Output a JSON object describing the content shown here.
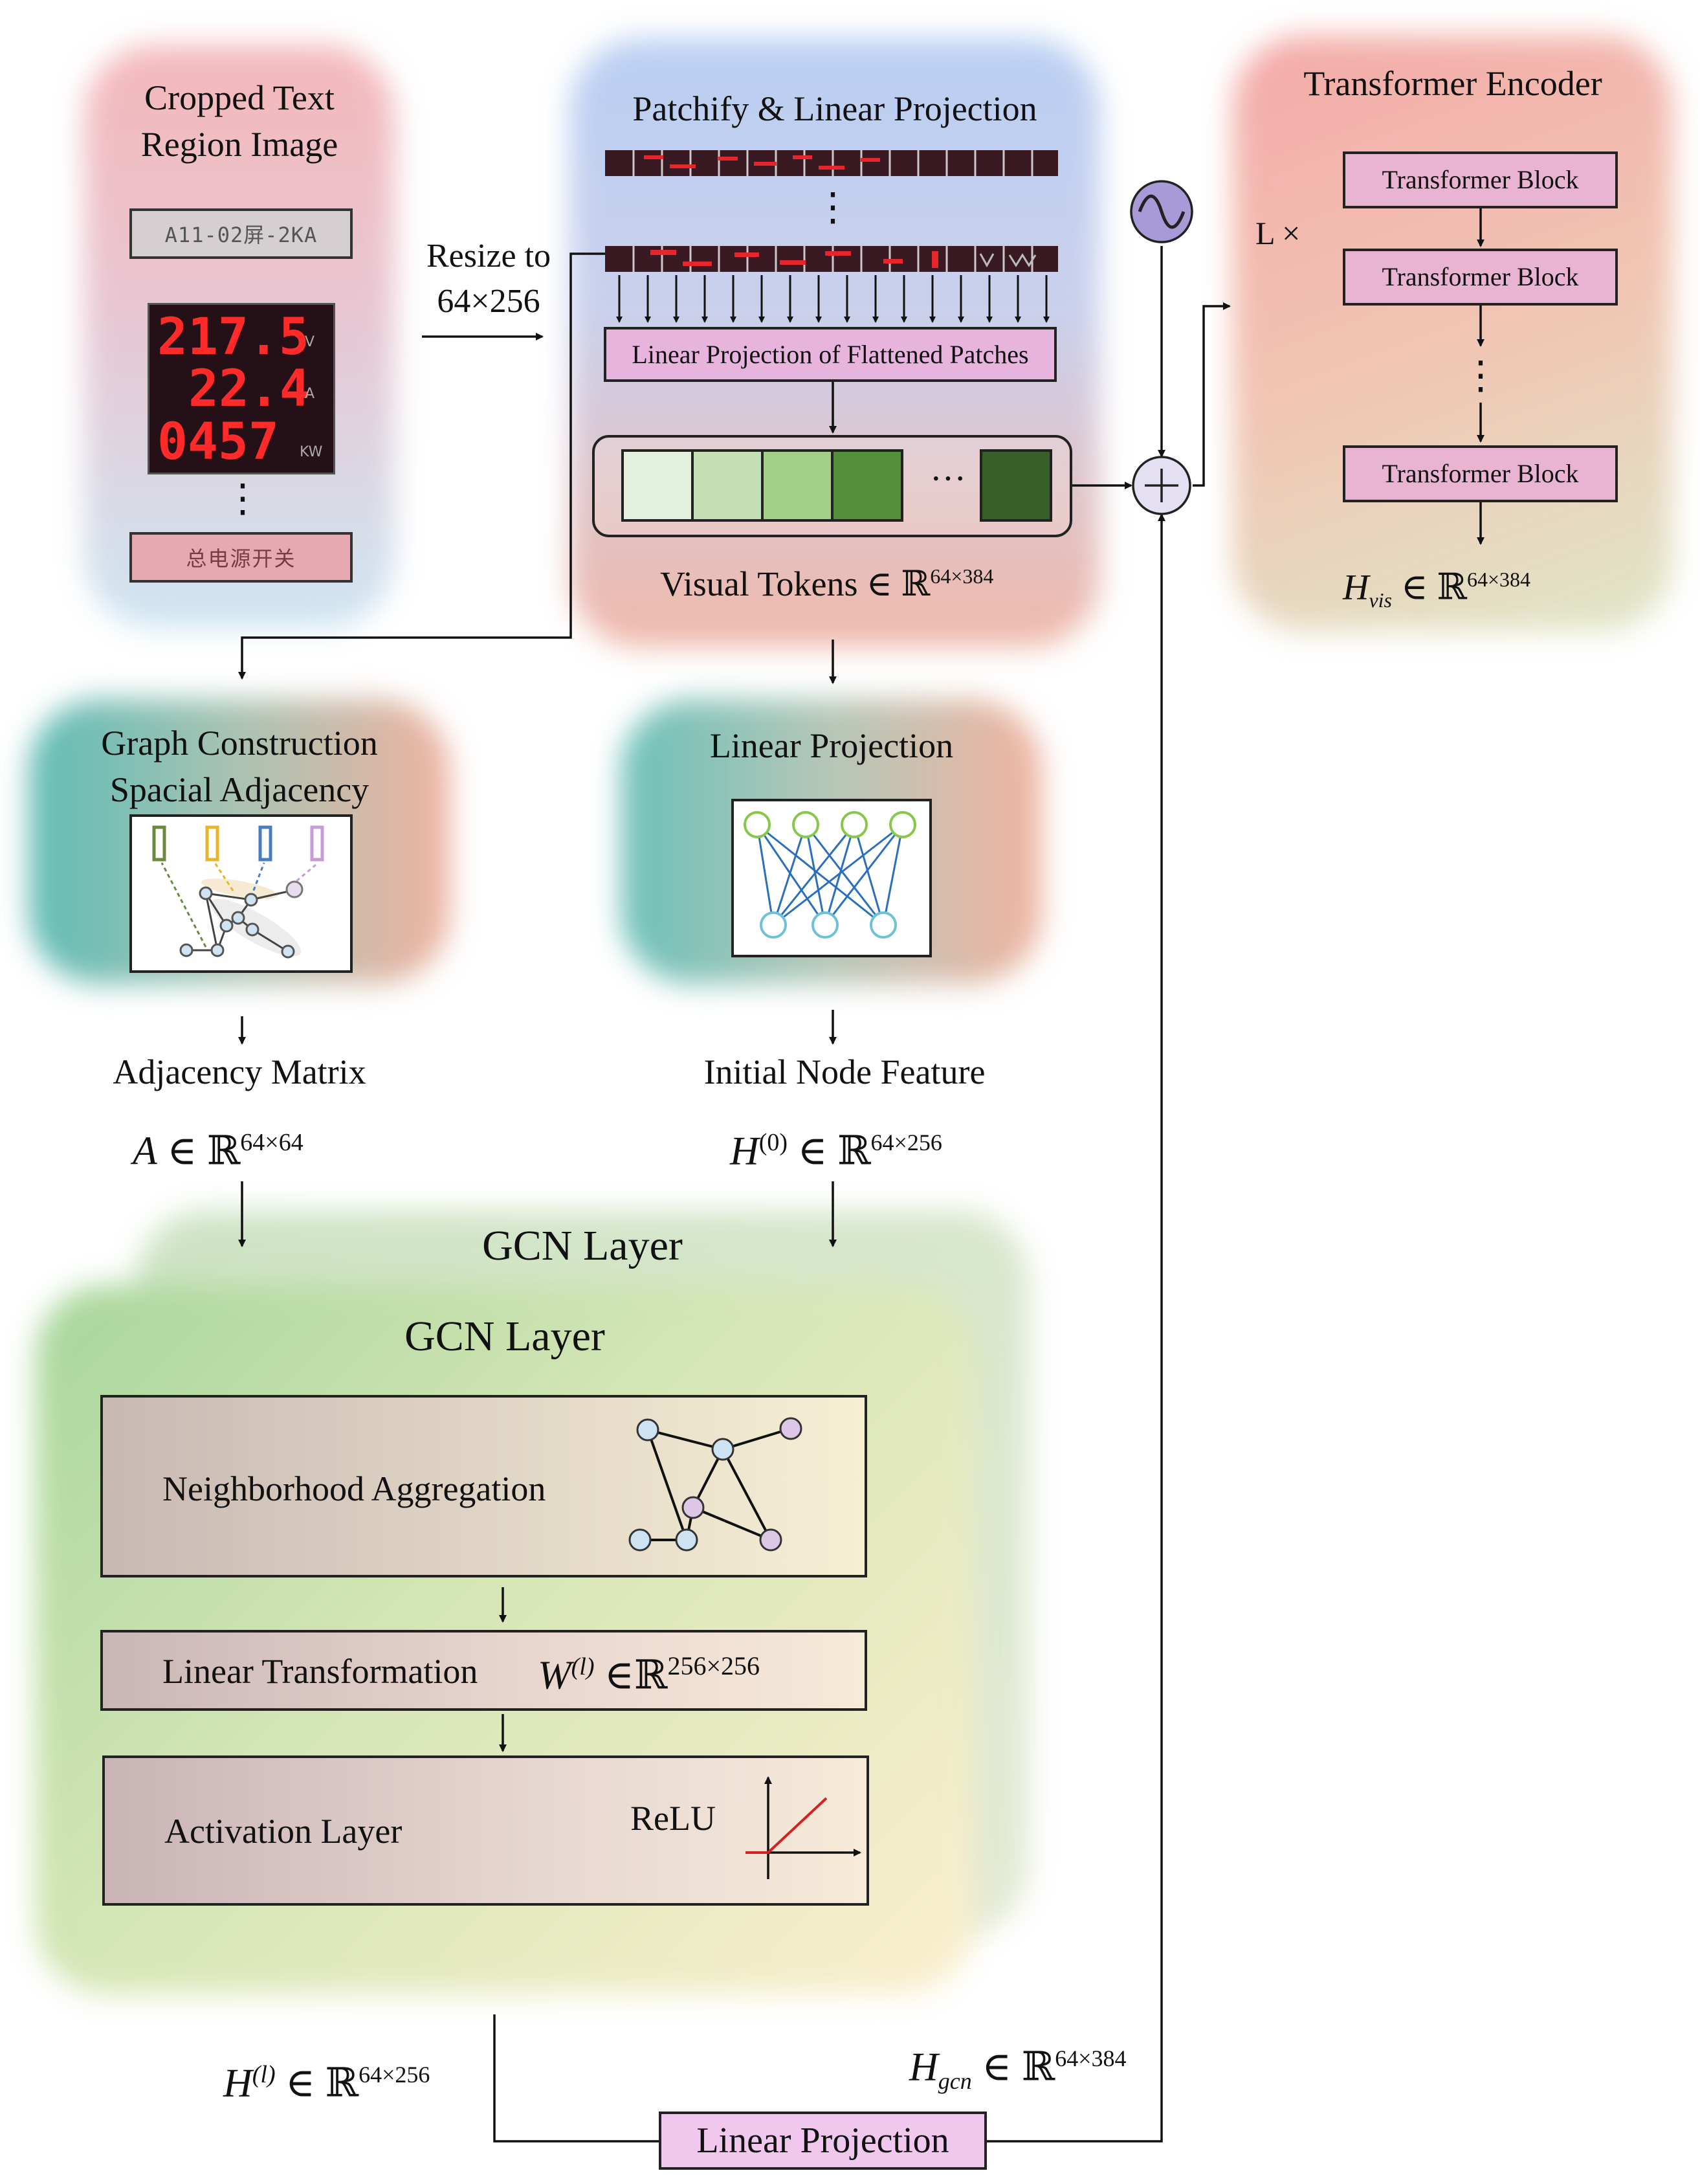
{
  "crop_panel": {
    "title_line1": "Cropped Text",
    "title_line2": "Region Image",
    "sample_top": "A11-02屏-2KA",
    "sample_bottom": "总电源开关",
    "display_values": [
      "217.5",
      "22.4",
      "0457"
    ],
    "display_units": [
      "V",
      "A",
      "KW"
    ],
    "ellipsis": "⋮"
  },
  "resize": {
    "line1": "Resize to",
    "line2": "64×256"
  },
  "patch_panel": {
    "title": "Patchify & Linear Projection",
    "projection_label": "Linear Projection of Flattened Patches",
    "token_ellipsis": "···",
    "tokens_label": "Visual Tokens ∈ ℝ",
    "tokens_sup": "64×384",
    "token_colors": [
      "#e4f0de",
      "#c5e0b5",
      "#a4cf87",
      "#548f3c",
      "#375f27"
    ]
  },
  "encoder_panel": {
    "title": "Transformer Encoder",
    "repeat": "L ×",
    "block_label": "Transformer Block",
    "vdots": "⋮",
    "output_sym": "H",
    "output_sub": "vis",
    "output_rest": "∈ ℝ",
    "output_sup": "64×384"
  },
  "graph_panel": {
    "title_line1": "Graph Construction",
    "title_line2": "Spacial Adjacency"
  },
  "linproj_panel": {
    "title": "Linear Projection"
  },
  "adjacency": {
    "label": "Adjacency Matrix",
    "sym": "A",
    "rest": "∈ ℝ",
    "sup": "64×64"
  },
  "initial": {
    "label": "Initial Node Feature",
    "sym": "H",
    "sym_sup": "(0)",
    "rest": "∈ ℝ",
    "sup": "64×256"
  },
  "gcn": {
    "back_title": "GCN Layer",
    "front_title": "GCN Layer",
    "aggregation": "Neighborhood Aggregation",
    "transformation": "Linear Transformation",
    "weight_sym": "W",
    "weight_sup": "(l)",
    "weight_rest": "∈ℝ",
    "weight_dim": "256×256",
    "activation": "Activation Layer",
    "relu": "ReLU"
  },
  "h_l": {
    "sym": "H",
    "sym_sup": "(l)",
    "rest": "∈ ℝ",
    "sup": "64×256"
  },
  "h_gcn": {
    "sym": "H",
    "sub": "gcn",
    "rest": "∈ ℝ",
    "sup": "64×384"
  },
  "final_projection": "Linear Projection"
}
